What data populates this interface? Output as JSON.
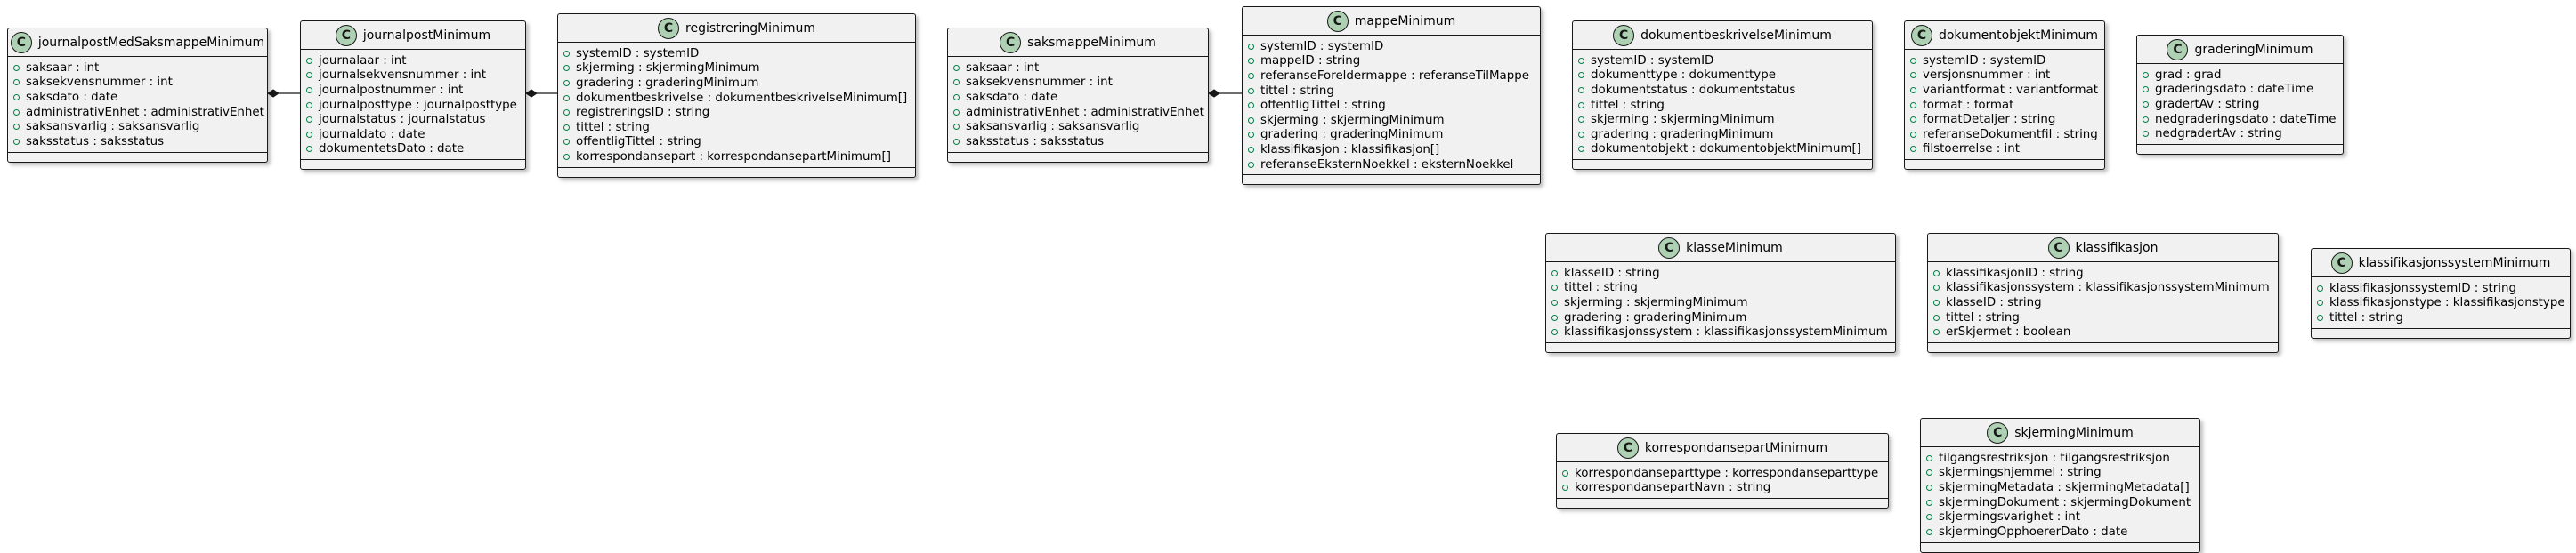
{
  "diagram": {
    "badge": "C",
    "classes": [
      {
        "id": "journalpostMedSaksmappeMinimum",
        "name": "journalpostMedSaksmappeMinimum",
        "attributes": [
          "saksaar : int",
          "saksekvensnummer : int",
          "saksdato : date",
          "administrativEnhet : administrativEnhet",
          "saksansvarlig : saksansvarlig",
          "saksstatus : saksstatus"
        ]
      },
      {
        "id": "journalpostMinimum",
        "name": "journalpostMinimum",
        "attributes": [
          "journalaar : int",
          "journalsekvensnummer : int",
          "journalpostnummer : int",
          "journalposttype : journalposttype",
          "journalstatus : journalstatus",
          "journaldato : date",
          "dokumentetsDato : date"
        ]
      },
      {
        "id": "registreringMinimum",
        "name": "registreringMinimum",
        "attributes": [
          "systemID : systemID",
          "skjerming : skjermingMinimum",
          "gradering : graderingMinimum",
          "dokumentbeskrivelse : dokumentbeskrivelseMinimum[]",
          "registreringsID : string",
          "tittel : string",
          "offentligTittel : string",
          "korrespondansepart : korrespondansepartMinimum[]"
        ]
      },
      {
        "id": "saksmappeMinimum",
        "name": "saksmappeMinimum",
        "attributes": [
          "saksaar : int",
          "saksekvensnummer : int",
          "saksdato : date",
          "administrativEnhet : administrativEnhet",
          "saksansvarlig : saksansvarlig",
          "saksstatus : saksstatus"
        ]
      },
      {
        "id": "mappeMinimum",
        "name": "mappeMinimum",
        "attributes": [
          "systemID : systemID",
          "mappeID : string",
          "referanseForeldermappe : referanseTilMappe",
          "tittel : string",
          "offentligTittel : string",
          "skjerming : skjermingMinimum",
          "gradering : graderingMinimum",
          "klassifikasjon : klassifikasjon[]",
          "referanseEksternNoekkel : eksternNoekkel"
        ]
      },
      {
        "id": "dokumentbeskrivelseMinimum",
        "name": "dokumentbeskrivelseMinimum",
        "attributes": [
          "systemID : systemID",
          "dokumenttype : dokumenttype",
          "dokumentstatus : dokumentstatus",
          "tittel : string",
          "skjerming : skjermingMinimum",
          "gradering : graderingMinimum",
          "dokumentobjekt : dokumentobjektMinimum[]"
        ]
      },
      {
        "id": "dokumentobjektMinimum",
        "name": "dokumentobjektMinimum",
        "attributes": [
          "systemID : systemID",
          "versjonsnummer : int",
          "variantformat : variantformat",
          "format : format",
          "formatDetaljer : string",
          "referanseDokumentfil : string",
          "filstoerrelse : int"
        ]
      },
      {
        "id": "graderingMinimum",
        "name": "graderingMinimum",
        "attributes": [
          "grad : grad",
          "graderingsdato : dateTime",
          "gradertAv : string",
          "nedgraderingsdato : dateTime",
          "nedgradertAv : string"
        ]
      },
      {
        "id": "klasseMinimum",
        "name": "klasseMinimum",
        "attributes": [
          "klasseID : string",
          "tittel : string",
          "skjerming : skjermingMinimum",
          "gradering : graderingMinimum",
          "klassifikasjonssystem : klassifikasjonssystemMinimum"
        ]
      },
      {
        "id": "klassifikasjon",
        "name": "klassifikasjon",
        "attributes": [
          "klassifikasjonID : string",
          "klassifikasjonssystem : klassifikasjonssystemMinimum",
          "klasseID : string",
          "tittel : string",
          "erSkjermet : boolean"
        ]
      },
      {
        "id": "klassifikasjonssystemMinimum",
        "name": "klassifikasjonssystemMinimum",
        "attributes": [
          "klassifikasjonssystemID : string",
          "klassifikasjonstype : klassifikasjonstype",
          "tittel : string"
        ]
      },
      {
        "id": "korrespondansepartMinimum",
        "name": "korrespondansepartMinimum",
        "attributes": [
          "korrespondanseparttype : korrespondanseparttype",
          "korrespondansepartNavn : string"
        ]
      },
      {
        "id": "skjermingMinimum",
        "name": "skjermingMinimum",
        "attributes": [
          "tilgangsrestriksjon : tilgangsrestriksjon",
          "skjermingshjemmel : string",
          "skjermingMetadata : skjermingMetadata[]",
          "skjermingDokument : skjermingDokument",
          "skjermingsvarighet : int",
          "skjermingOpphoererDato : date"
        ]
      }
    ],
    "relations": [
      {
        "from": "journalpostMedSaksmappeMinimum",
        "to": "journalpostMinimum",
        "kind": "composition"
      },
      {
        "from": "journalpostMinimum",
        "to": "registreringMinimum",
        "kind": "composition"
      },
      {
        "from": "saksmappeMinimum",
        "to": "mappeMinimum",
        "kind": "composition"
      }
    ]
  }
}
